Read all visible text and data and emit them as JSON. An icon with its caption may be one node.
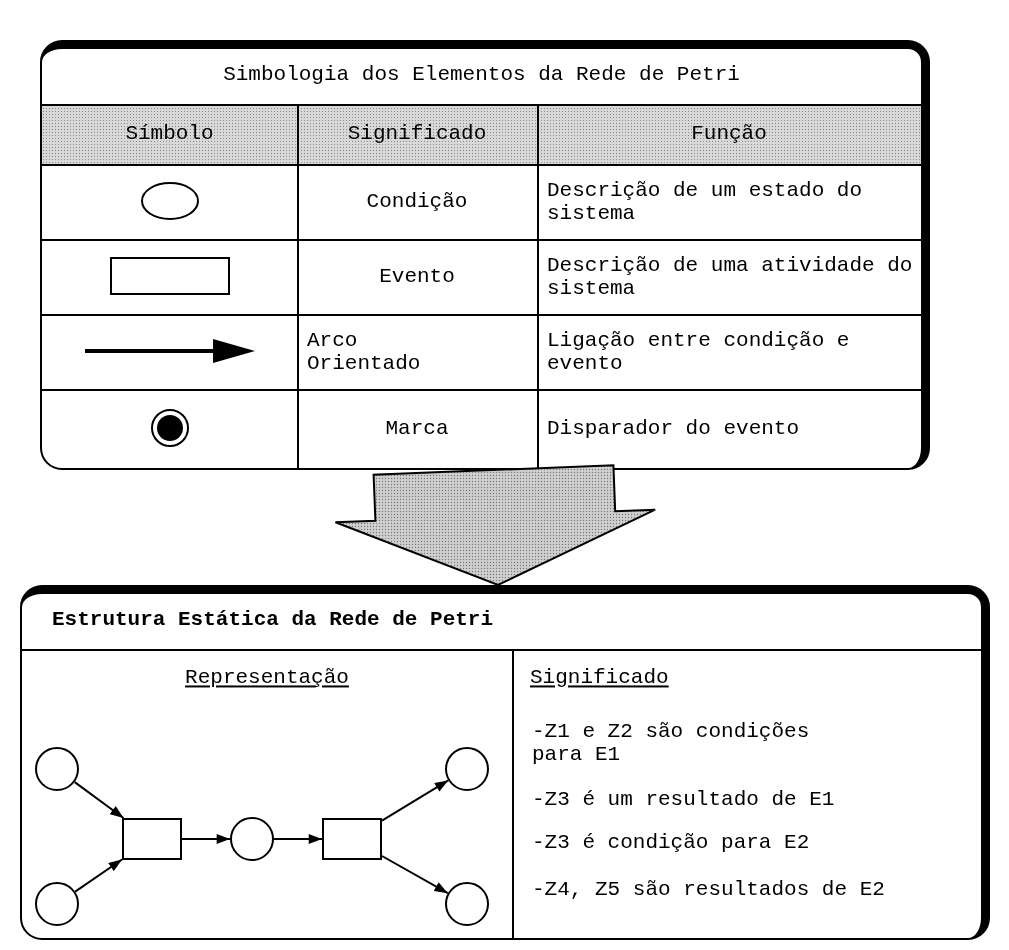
{
  "diagram": {
    "nodes": [
      {
        "text": [
          "Simbologia dos Elementos da Rede de Petri"
        ]
      },
      {
        "text": [
          "Estrutura Estática da Rede de Petri"
        ]
      },
      {
        "text": [],
        "shape": "circle",
        "in": 1
      },
      {
        "text": [],
        "shape": "circle",
        "in": 1
      },
      {
        "text": [],
        "shape": "box",
        "in": 1
      },
      {
        "text": [],
        "shape": "circle",
        "in": 1
      },
      {
        "text": [],
        "shape": "box",
        "in": 1
      },
      {
        "text": [],
        "shape": "circle",
        "in": 1
      },
      {
        "text": [],
        "shape": "circle",
        "in": 1
      }
    ],
    "edges": [
      {
        "from": 0,
        "to": 1,
        "arrow": "to"
      },
      {
        "from": 2,
        "to": 4,
        "arrow": "to"
      },
      {
        "from": 3,
        "to": 4,
        "arrow": "to"
      },
      {
        "from": 4,
        "to": 5,
        "arrow": "to"
      },
      {
        "from": 5,
        "to": 6,
        "arrow": "to"
      },
      {
        "from": 6,
        "to": 7,
        "arrow": "to"
      },
      {
        "from": 6,
        "to": 8,
        "arrow": "to"
      }
    ],
    "labels": [
      "Símbolo",
      "Significado",
      "Função",
      "Condição",
      "Descrição de um estado do sistema",
      "Evento",
      "Descrição de uma atividade do sistema",
      "Arco Orientado",
      "Ligação entre condição e evento",
      "Marca",
      "Disparador do evento",
      "Representação",
      "Significado",
      "-Z1 e Z2 são condições para E1",
      "-Z3 é um resultado de E1",
      "-Z3 é condição para E2",
      "-Z4, Z5 são resultados de E2"
    ]
  }
}
